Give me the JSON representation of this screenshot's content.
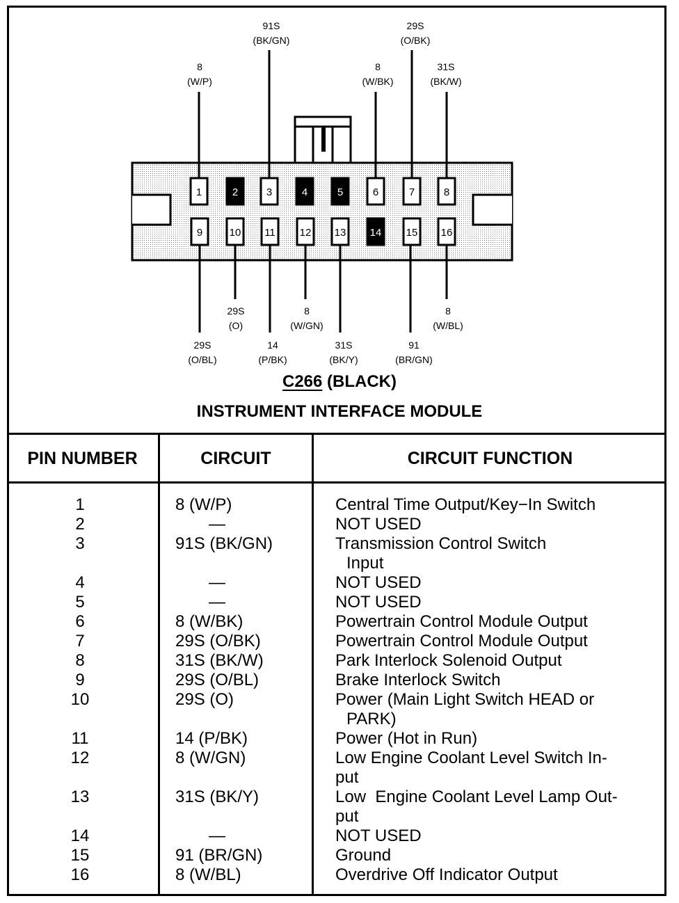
{
  "connector": {
    "id": "C266",
    "color_label": "(BLACK)",
    "module_name": "INSTRUMENT INTERFACE MODULE",
    "top_row_pins": [
      {
        "pin": "1",
        "filled": false
      },
      {
        "pin": "2",
        "filled": true
      },
      {
        "pin": "3",
        "filled": false
      },
      {
        "pin": "4",
        "filled": true
      },
      {
        "pin": "5",
        "filled": true
      },
      {
        "pin": "6",
        "filled": false
      },
      {
        "pin": "7",
        "filled": false
      },
      {
        "pin": "8",
        "filled": false
      }
    ],
    "bottom_row_pins": [
      {
        "pin": "9",
        "filled": false
      },
      {
        "pin": "10",
        "filled": false
      },
      {
        "pin": "11",
        "filled": false
      },
      {
        "pin": "12",
        "filled": false
      },
      {
        "pin": "13",
        "filled": false
      },
      {
        "pin": "14",
        "filled": true
      },
      {
        "pin": "15",
        "filled": false
      },
      {
        "pin": "16",
        "filled": false
      }
    ],
    "wire_labels": {
      "p1": {
        "num": "8",
        "color": "(W/P)"
      },
      "p3": {
        "num": "91S",
        "color": "(BK/GN)"
      },
      "p6": {
        "num": "8",
        "color": "(W/BK)"
      },
      "p7": {
        "num": "29S",
        "color": "(O/BK)"
      },
      "p8": {
        "num": "31S",
        "color": "(BK/W)"
      },
      "p9": {
        "num": "29S",
        "color": "(O/BL)"
      },
      "p10": {
        "num": "29S",
        "color": "(O)"
      },
      "p11": {
        "num": "14",
        "color": "(P/BK)"
      },
      "p12": {
        "num": "8",
        "color": "(W/GN)"
      },
      "p13": {
        "num": "31S",
        "color": "(BK/Y)"
      },
      "p15": {
        "num": "91",
        "color": "(BR/GN)"
      },
      "p16": {
        "num": "8",
        "color": "(W/BL)"
      }
    }
  },
  "table": {
    "headers": {
      "pin": "PIN NUMBER",
      "circuit": "CIRCUIT",
      "function": "CIRCUIT FUNCTION"
    },
    "rows": [
      {
        "pin": "1",
        "circuit": "8 (W/P)",
        "function": "Central Time Output/Key−In Switch"
      },
      {
        "pin": "2",
        "circuit": "—",
        "function": "NOT USED"
      },
      {
        "pin": "3",
        "circuit": "91S (BK/GN)",
        "function": "Transmission Control Switch",
        "function_cont": "Input"
      },
      {
        "pin": "4",
        "circuit": "—",
        "function": "NOT USED"
      },
      {
        "pin": "5",
        "circuit": "—",
        "function": "NOT USED"
      },
      {
        "pin": "6",
        "circuit": "8 (W/BK)",
        "function": "Powertrain Control Module Output"
      },
      {
        "pin": "7",
        "circuit": "29S (O/BK)",
        "function": "Powertrain Control Module Output"
      },
      {
        "pin": "8",
        "circuit": "31S (BK/W)",
        "function": "Park Interlock Solenoid Output"
      },
      {
        "pin": "9",
        "circuit": "29S (O/BL)",
        "function": "Brake Interlock Switch"
      },
      {
        "pin": "10",
        "circuit": "29S (O)",
        "function": "Power (Main Light Switch HEAD or",
        "function_cont": "PARK)"
      },
      {
        "pin": "11",
        "circuit": "14 (P/BK)",
        "function": "Power (Hot in Run)"
      },
      {
        "pin": "12",
        "circuit": "8 (W/GN)",
        "function": "Low Engine Coolant Level Switch In-",
        "function_cont": "put"
      },
      {
        "pin": "13",
        "circuit": "31S (BK/Y)",
        "function": "Low  Engine Coolant Level Lamp Out-",
        "function_cont": "put"
      },
      {
        "pin": "14",
        "circuit": "—",
        "function": "NOT USED"
      },
      {
        "pin": "15",
        "circuit": "91 (BR/GN)",
        "function": "Ground"
      },
      {
        "pin": "16",
        "circuit": "8 (W/BL)",
        "function": "Overdrive Off Indicator Output"
      }
    ]
  }
}
